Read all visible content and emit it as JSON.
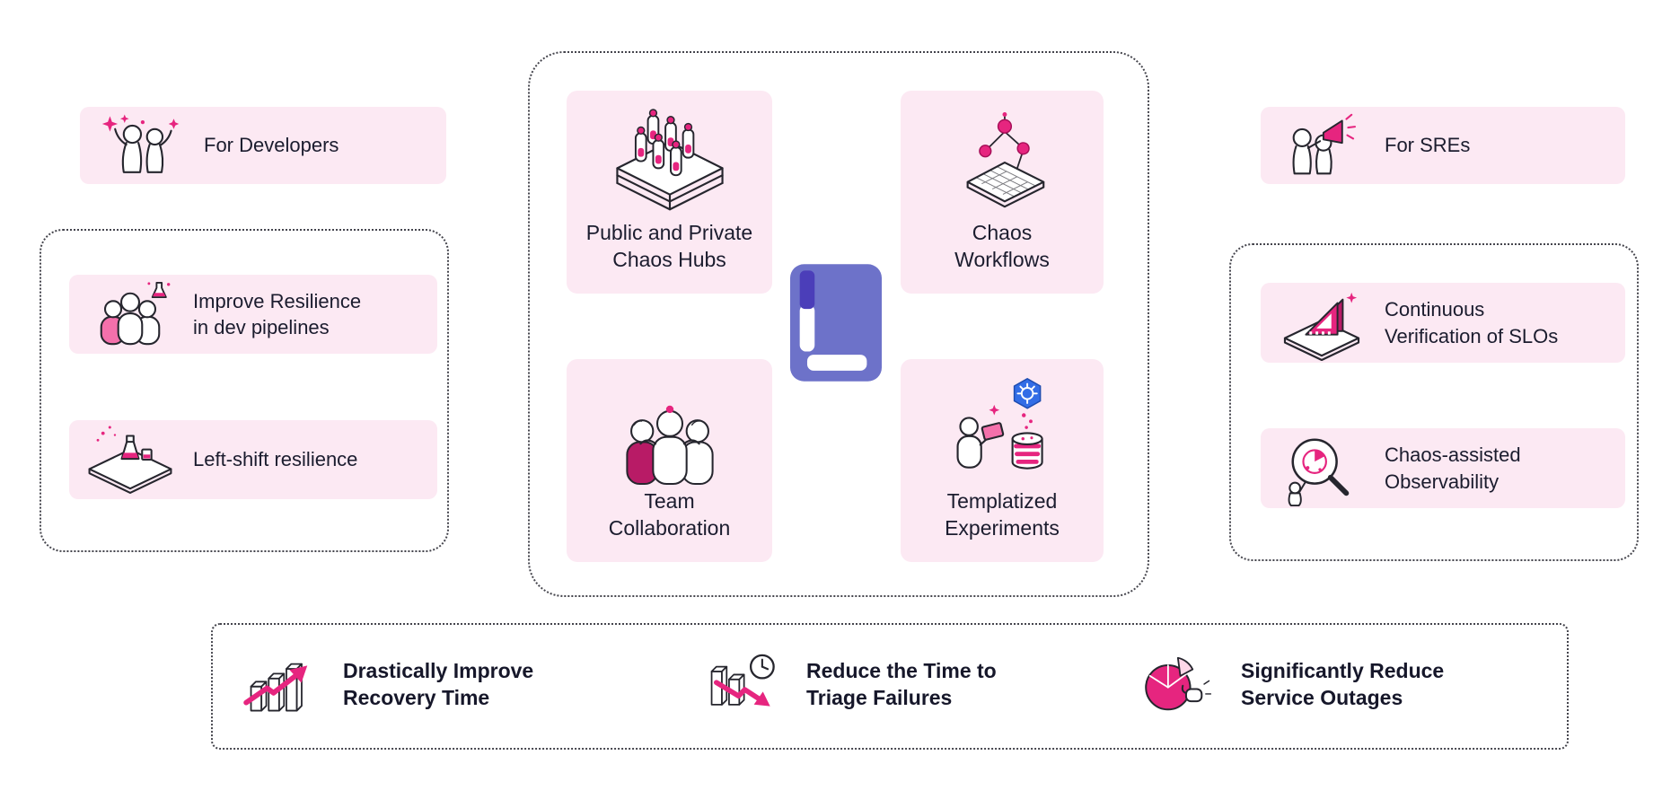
{
  "colors": {
    "card_pink": "#fce9f3",
    "accent_pink": "#e6257f",
    "accent_dark_pink": "#b81b66",
    "accent_light_pink": "#f470ab",
    "ink": "#26262e",
    "text_dark": "#1b1c2e",
    "logo_purple": "#6d72c9",
    "logo_dark_purple": "#4b3eb9",
    "kubernetes_blue": "#326de6",
    "dotted_border": "#45454d"
  },
  "left_panel": {
    "header": {
      "label": "For Developers",
      "icon": "developers-celebrating-icon"
    },
    "items": [
      {
        "label": "Improve Resilience\nin dev pipelines",
        "icon": "team-experiment-icon"
      },
      {
        "label": "Left-shift resilience",
        "icon": "platform-experiment-icon"
      }
    ]
  },
  "center_panel": {
    "logo_icon": "litmus-logo",
    "cards": [
      {
        "label": "Public and Private\nChaos Hubs",
        "icon": "chaos-hubs-rack-icon"
      },
      {
        "label": "Chaos\nWorkflows",
        "icon": "workflow-graph-icon"
      },
      {
        "label": "Team\nCollaboration",
        "icon": "team-huddle-icon"
      },
      {
        "label": "Templatized\nExperiments",
        "icon": "kubernetes-experiment-icon"
      }
    ]
  },
  "right_panel": {
    "header": {
      "label": "For SREs",
      "icon": "sre-megaphone-icon"
    },
    "items": [
      {
        "label": "Continuous\nVerification of SLOs",
        "icon": "verification-ruler-icon"
      },
      {
        "label": "Chaos-assisted\nObservability",
        "icon": "observability-magnifier-icon"
      }
    ]
  },
  "bottom_panel": {
    "items": [
      {
        "label": "Drastically Improve\nRecovery Time",
        "icon": "recovery-arrow-icon"
      },
      {
        "label": "Reduce the Time to\nTriage Failures",
        "icon": "triage-clock-icon"
      },
      {
        "label": "Significantly Reduce\nService Outages",
        "icon": "outage-pie-icon"
      }
    ]
  }
}
